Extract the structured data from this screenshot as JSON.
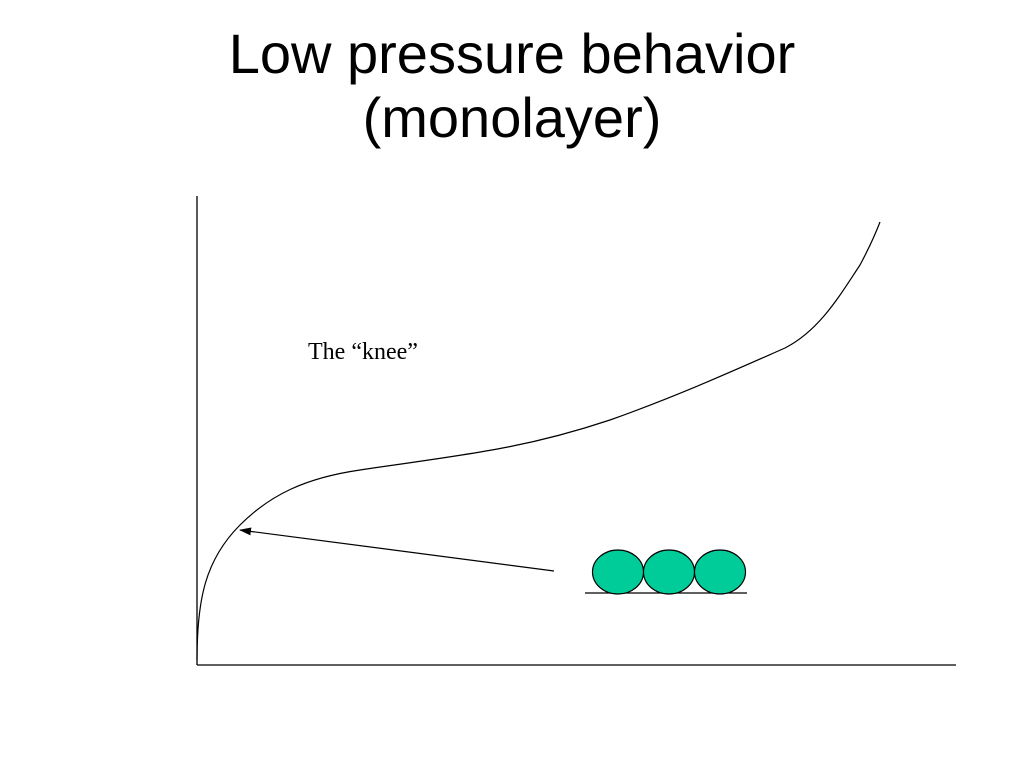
{
  "slide": {
    "title_line_1": "Low pressure behavior",
    "title_line_2": "(monolayer)"
  },
  "diagram": {
    "annotation": "The “knee”",
    "molecule_count": 3,
    "colors": {
      "molecule_fill": "#00cc99",
      "stroke": "#000000",
      "background": "#ffffff"
    }
  }
}
